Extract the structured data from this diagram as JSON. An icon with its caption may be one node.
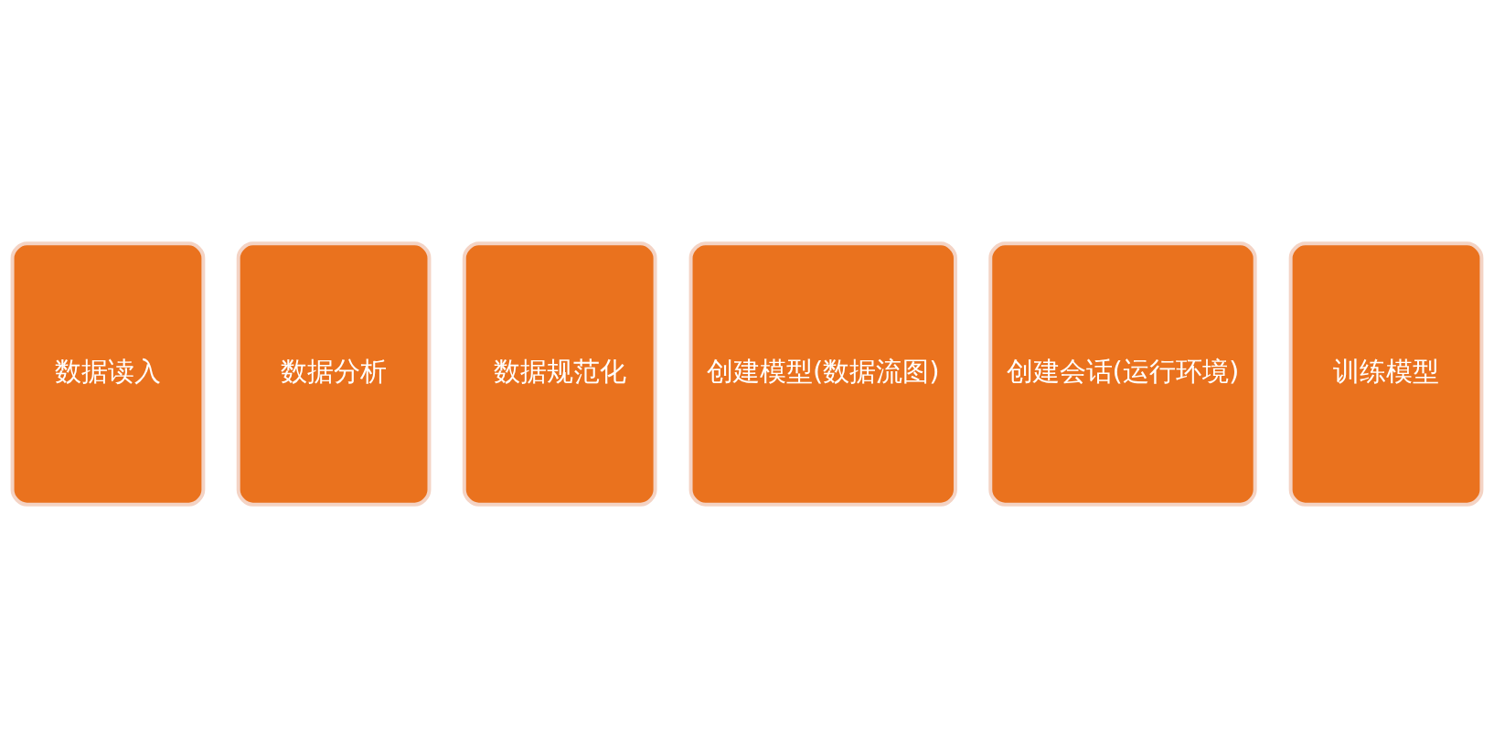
{
  "diagram": {
    "nodes": [
      {
        "text": [
          "数据读入"
        ]
      },
      {
        "text": [
          "数据分析"
        ]
      },
      {
        "text": [
          "数据规范化"
        ]
      },
      {
        "text": [
          "创建模型(数据流图)"
        ]
      },
      {
        "text": [
          "创建会话(运行环境)"
        ]
      },
      {
        "text": [
          "训练模型"
        ]
      }
    ]
  }
}
